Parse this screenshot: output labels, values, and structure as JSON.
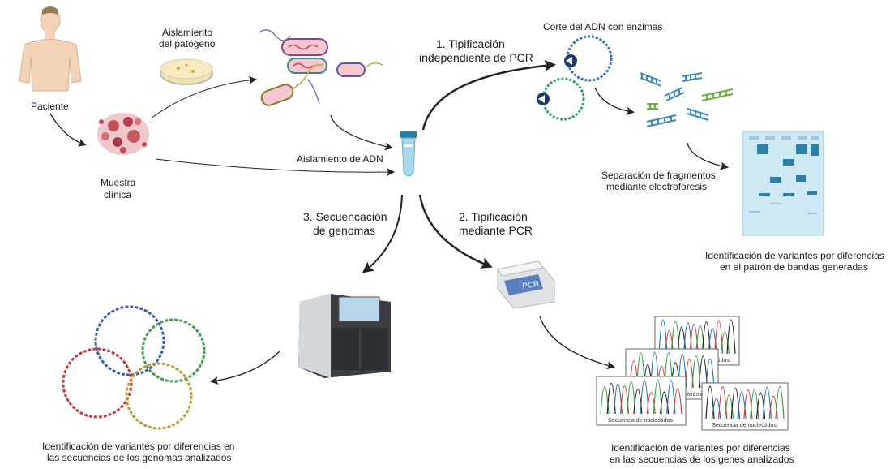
{
  "labels": {
    "patient": "Paciente",
    "clinical_sample_l1": "Muestra",
    "clinical_sample_l2": "clínica",
    "isolation_l1": "Aislamiento",
    "isolation_l2": "del patógeno",
    "dna_isolation": "Aislamiento de ADN",
    "method1_l1": "1. Tipificación",
    "method1_l2": "independiente de PCR",
    "enzyme_cut": "Corte del ADN con enzimas",
    "electro_l1": "Separación de fragmentos",
    "electro_l2": "mediante electroforesis",
    "bands_result_l1": "Identificación de variantes por diferencias",
    "bands_result_l2": "en el patrón de bandas generadas",
    "method2_l1": "2. Tipificación",
    "method2_l2": "mediante PCR",
    "method3_l1": "3. Secuencación",
    "method3_l2": "de genomas",
    "genome_result_l1": "Identificación de variantes por diferencias en",
    "genome_result_l2": "las secuencias de los genomas analizados",
    "gene_result_l1": "Identificación de variantes por diferencias",
    "gene_result_l2": "en las secuencias de los genes analizados",
    "pcr_screen": "PCR",
    "nucleotide_seq": "Secuencia de nucleótidos"
  },
  "colors": {
    "arrow": "#222222",
    "skin": "#f3d3b8",
    "tissue": "#c0505a",
    "tube": "#a8d8ea",
    "tube_cap": "#2a7fa8",
    "gel": "#cfe9f3",
    "gel_band": "#2e7fa6",
    "ring_blue": "#3a5fb0",
    "ring_green": "#4c9a50",
    "ring_red": "#c04040",
    "ring_gold": "#b89a40",
    "sequencer": "#2c2f33"
  }
}
